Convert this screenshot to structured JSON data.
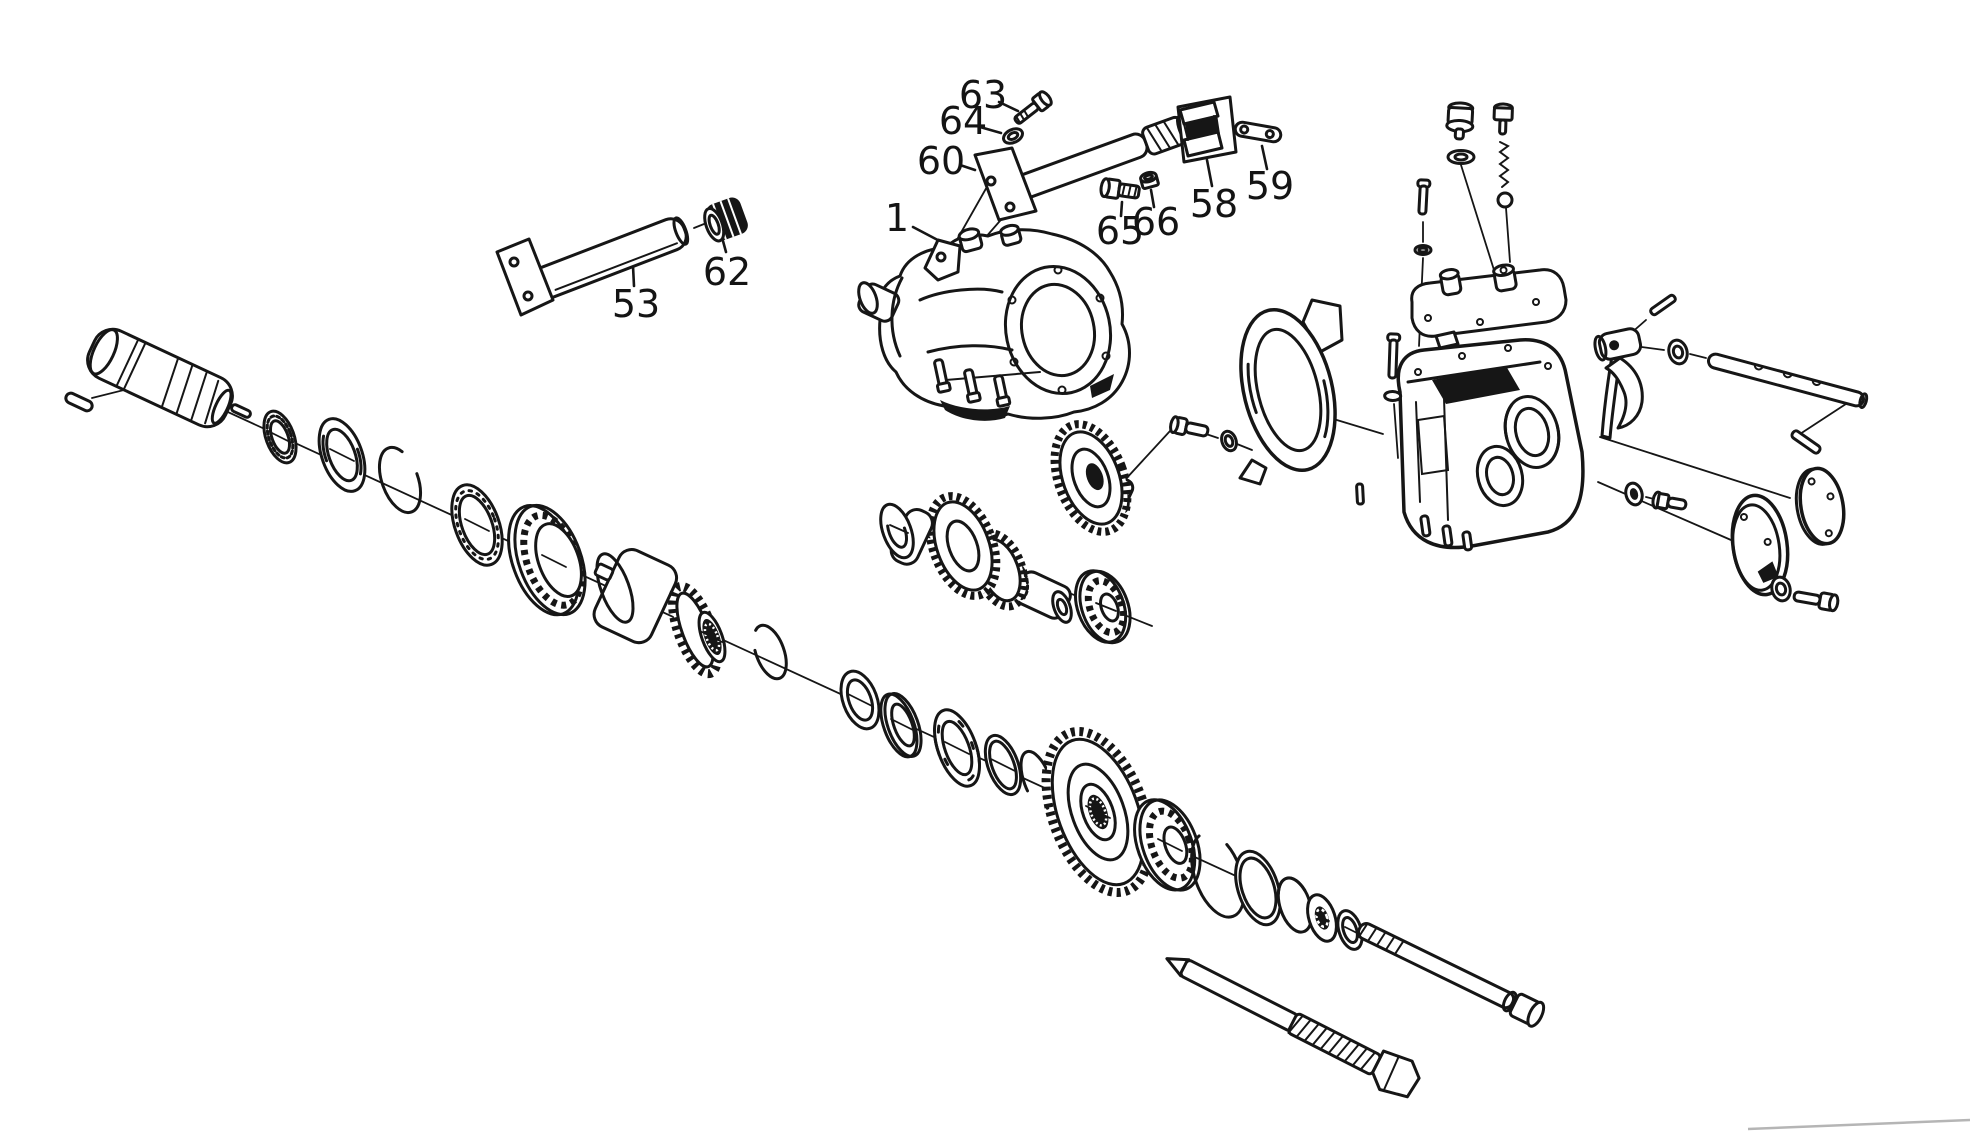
{
  "diagram": {
    "background": "#ffffff",
    "ink": "#161616",
    "callouts": [
      {
        "text": "1"
      },
      {
        "text": "53"
      },
      {
        "text": "58"
      },
      {
        "text": "59"
      },
      {
        "text": "60"
      },
      {
        "text": "62"
      },
      {
        "text": "63"
      },
      {
        "text": "64"
      },
      {
        "text": "65"
      },
      {
        "text": "66"
      }
    ]
  }
}
